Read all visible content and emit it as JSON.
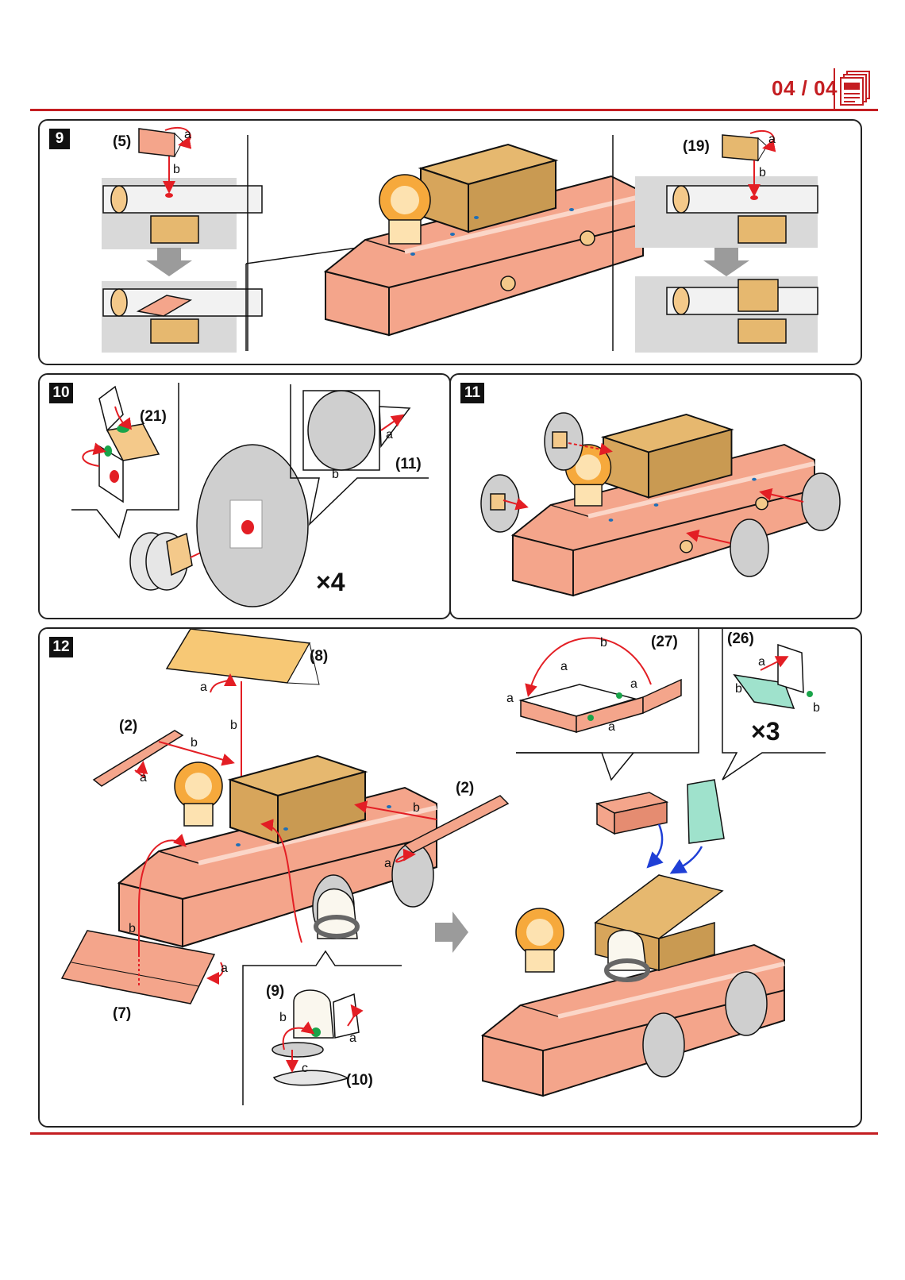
{
  "header": {
    "page_number": "04 / 04",
    "icon": "document-stack-icon",
    "accent_color": "#c41e22"
  },
  "steps": [
    {
      "number": "9",
      "part_labels": [
        "(5)",
        "(19)"
      ],
      "fold_labels": [
        "a",
        "b"
      ]
    },
    {
      "number": "10",
      "part_labels": [
        "(21)",
        "(11)"
      ],
      "fold_labels": [
        "a",
        "b"
      ],
      "multiplier": "×4"
    },
    {
      "number": "11"
    },
    {
      "number": "12",
      "part_labels": [
        "(8)",
        "(2)",
        "(2)",
        "(7)",
        "(9)",
        "(10)",
        "(27)",
        "(26)"
      ],
      "fold_labels": [
        "a",
        "b",
        "c"
      ],
      "multiplier": "×3"
    }
  ],
  "colors": {
    "car_body": "#f4a58b",
    "car_body_dark": "#e58c71",
    "cargo_box": "#e6b86f",
    "cargo_box_dark": "#c99a52",
    "character": "#f6a93c",
    "wheel": "#cfcfcf",
    "arrow_red": "#e31e24",
    "arrow_blue": "#1f3fd6",
    "mint": "#9fe2cc"
  }
}
